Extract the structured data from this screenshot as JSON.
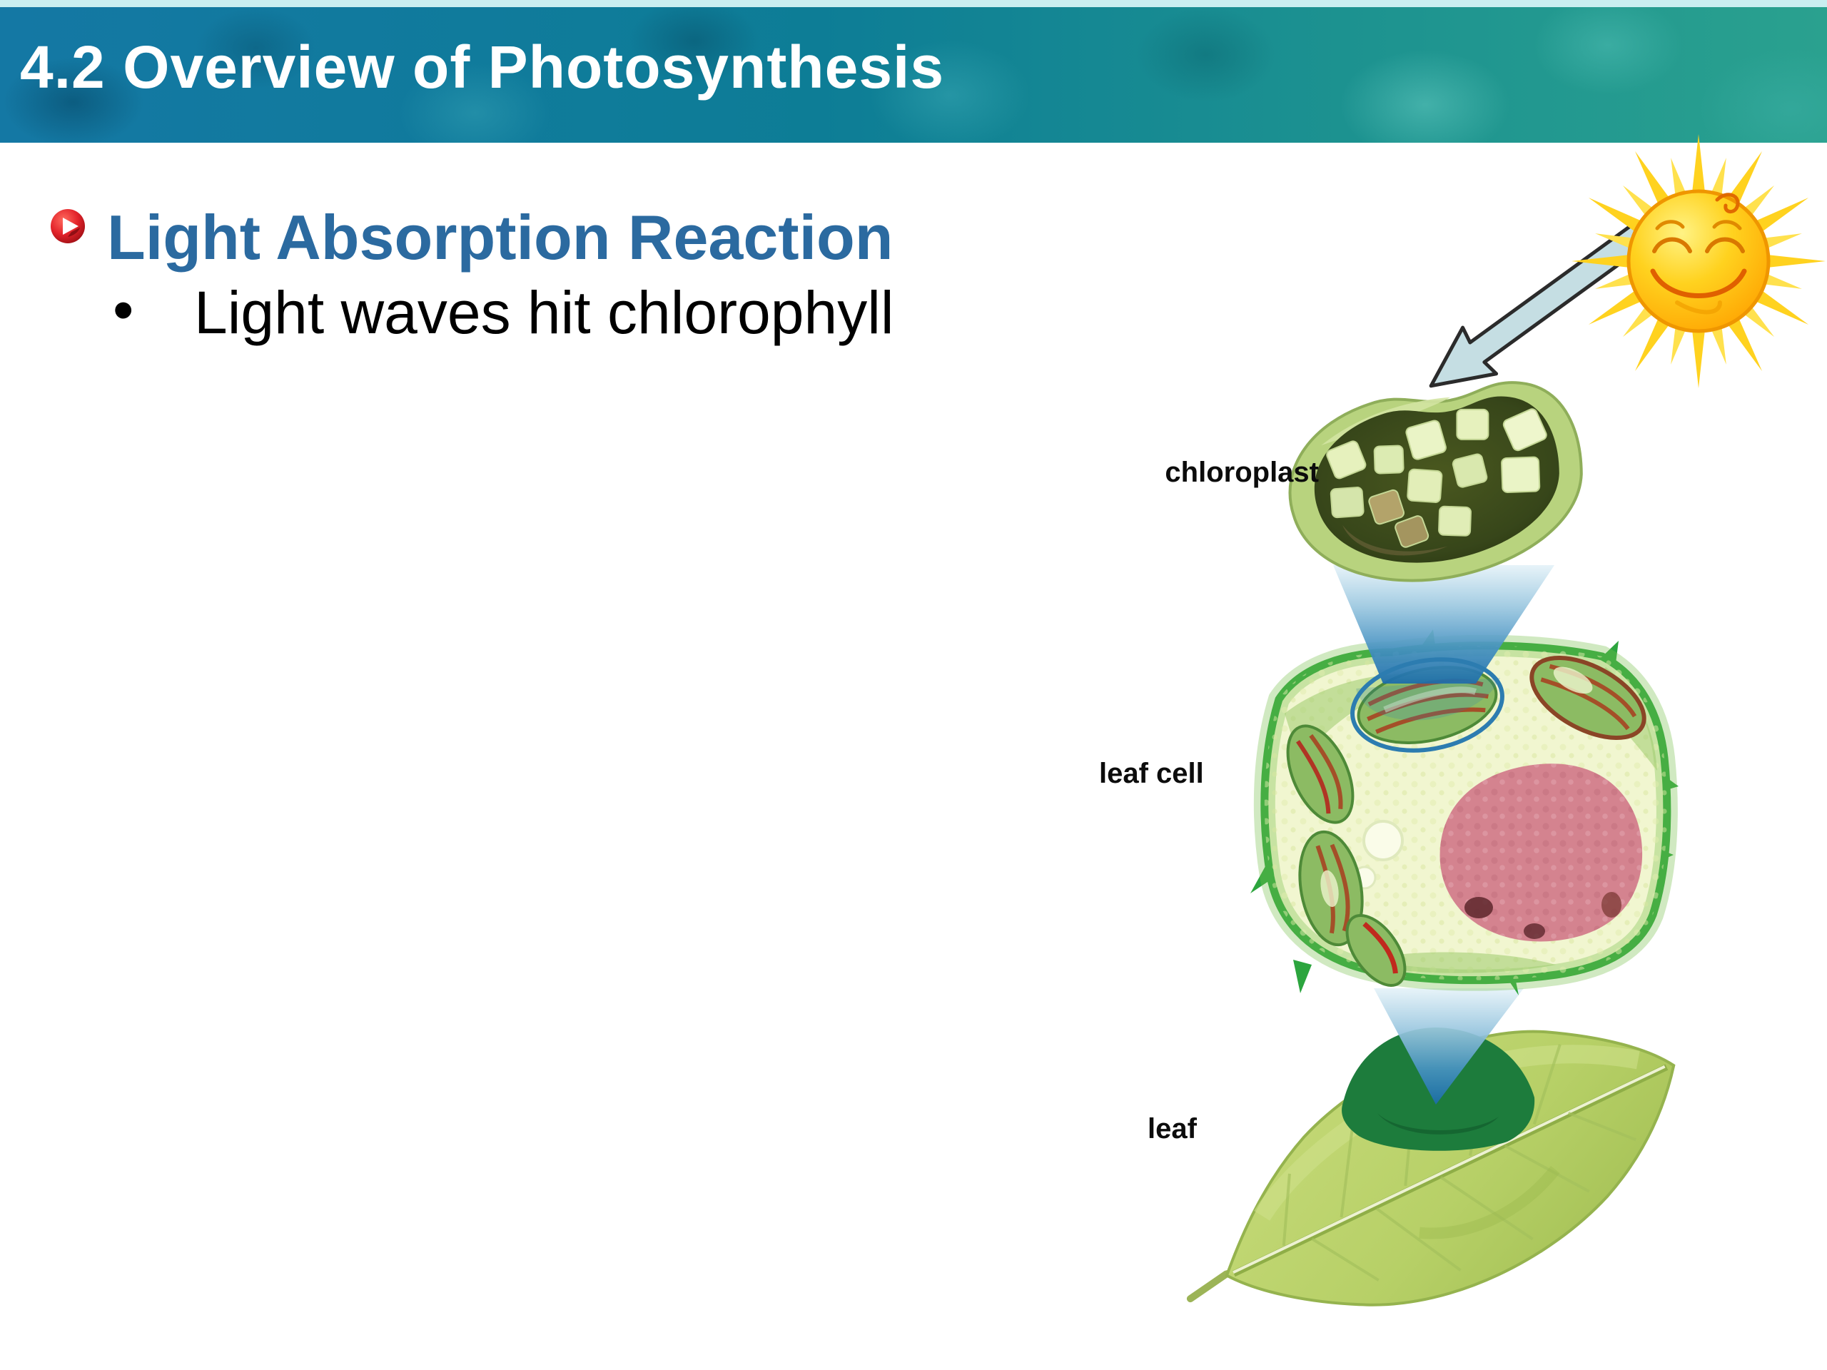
{
  "slide": {
    "title": "4.2 Overview of Photosynthesis",
    "section_heading": "Light Absorption Reaction",
    "bullet_marker": "•",
    "bullet_text": "Light waves hit chlorophyll"
  },
  "diagram": {
    "labels": {
      "chloroplast": "chloroplast",
      "leaf_cell": "leaf cell",
      "leaf": "leaf"
    }
  },
  "colors": {
    "header_teal_dark": "#15799f",
    "header_teal_light": "#2aa18f",
    "header_top_strip": "#c9eef0",
    "title_text": "#ffffff",
    "heading_blue": "#2b6aa0",
    "bullet_icon_red": "#e3242b",
    "body_text": "#000000",
    "zoom_funnel_blue": "#1b6cab",
    "arrow_fill": "#c5dee3",
    "sun_yellow": "#ffd21f",
    "leaf_green": "#b7d067"
  }
}
